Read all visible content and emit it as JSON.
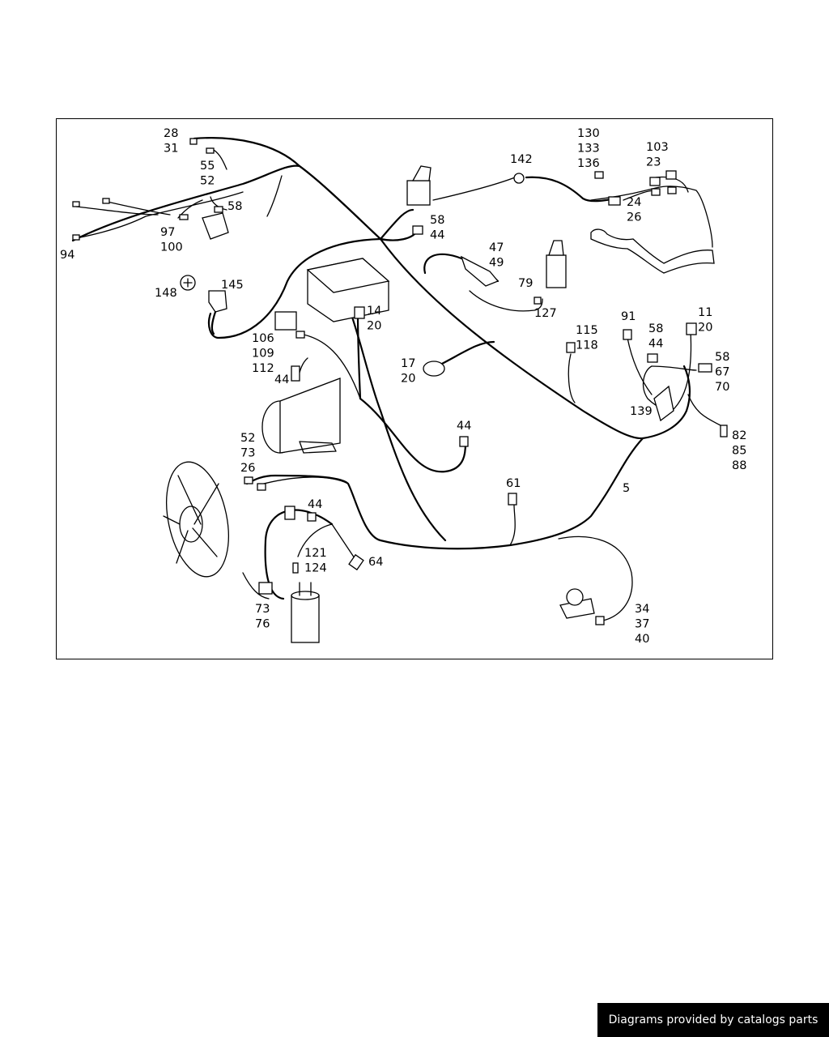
{
  "diagram": {
    "callouts": {
      "c28_31": [
        "28",
        "31"
      ],
      "c55_52": [
        "55",
        "52"
      ],
      "c58_top": [
        "58"
      ],
      "c94": [
        "94"
      ],
      "c97_100": [
        "97",
        "100"
      ],
      "c148": [
        "148"
      ],
      "c145": [
        "145"
      ],
      "c58_44_relay": [
        "58",
        "44"
      ],
      "c142": [
        "142"
      ],
      "c130_133_136": [
        "130",
        "133",
        "136"
      ],
      "c103_23": [
        "103",
        "23"
      ],
      "c24_26": [
        "24",
        "26"
      ],
      "c47_49": [
        "47",
        "49"
      ],
      "c79": [
        "79"
      ],
      "c127": [
        "127"
      ],
      "c14_20": [
        "14",
        "20"
      ],
      "c106_109_112": [
        "106",
        "109",
        "112"
      ],
      "c17_20": [
        "17",
        "20"
      ],
      "c44_comp": [
        "44"
      ],
      "c44_mid": [
        "44"
      ],
      "c91": [
        "91"
      ],
      "c58_44_right": [
        "58",
        "44"
      ],
      "c11_20": [
        "11",
        "20"
      ],
      "c115_118": [
        "115",
        "118"
      ],
      "c58_67_70": [
        "58",
        "67",
        "70"
      ],
      "c139": [
        "139"
      ],
      "c82_85_88": [
        "82",
        "85",
        "88"
      ],
      "c5": [
        "5"
      ],
      "c52_73_26": [
        "52",
        "73",
        "26"
      ],
      "c61": [
        "61"
      ],
      "c44_lower": [
        "44"
      ],
      "c121_124": [
        "121",
        "124"
      ],
      "c64": [
        "64"
      ],
      "c73_76": [
        "73",
        "76"
      ],
      "c34_37_40": [
        "34",
        "37",
        "40"
      ]
    }
  },
  "footer": {
    "credit": "Diagrams provided by catalogs parts"
  }
}
